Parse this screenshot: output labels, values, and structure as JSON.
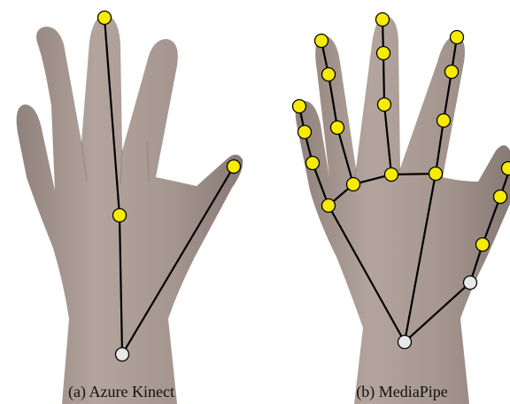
{
  "captions": {
    "left": "(a) Azure Kinect",
    "right": "(b) MediaPipe"
  },
  "colors": {
    "skin": "#a99a92",
    "skin_shadow": "#7d6f6a",
    "keypoint": "#f7ec00",
    "wrist_point": "#e8e8e8",
    "bone": "#000000"
  },
  "diagrams": [
    {
      "id": "azure-kinect",
      "keypoint_count": 4,
      "joints": [
        "wrist",
        "middle-finger-base",
        "middle-fingertip",
        "thumb-tip"
      ]
    },
    {
      "id": "mediapipe",
      "keypoint_count": 21,
      "joints": [
        "wrist",
        "thumb-cmc",
        "thumb-mcp",
        "thumb-ip",
        "thumb-tip",
        "index-mcp",
        "index-pip",
        "index-dip",
        "index-tip",
        "middle-mcp",
        "middle-pip",
        "middle-dip",
        "middle-tip",
        "ring-mcp",
        "ring-pip",
        "ring-dip",
        "ring-tip",
        "pinky-mcp",
        "pinky-pip",
        "pinky-dip",
        "pinky-tip"
      ]
    }
  ]
}
